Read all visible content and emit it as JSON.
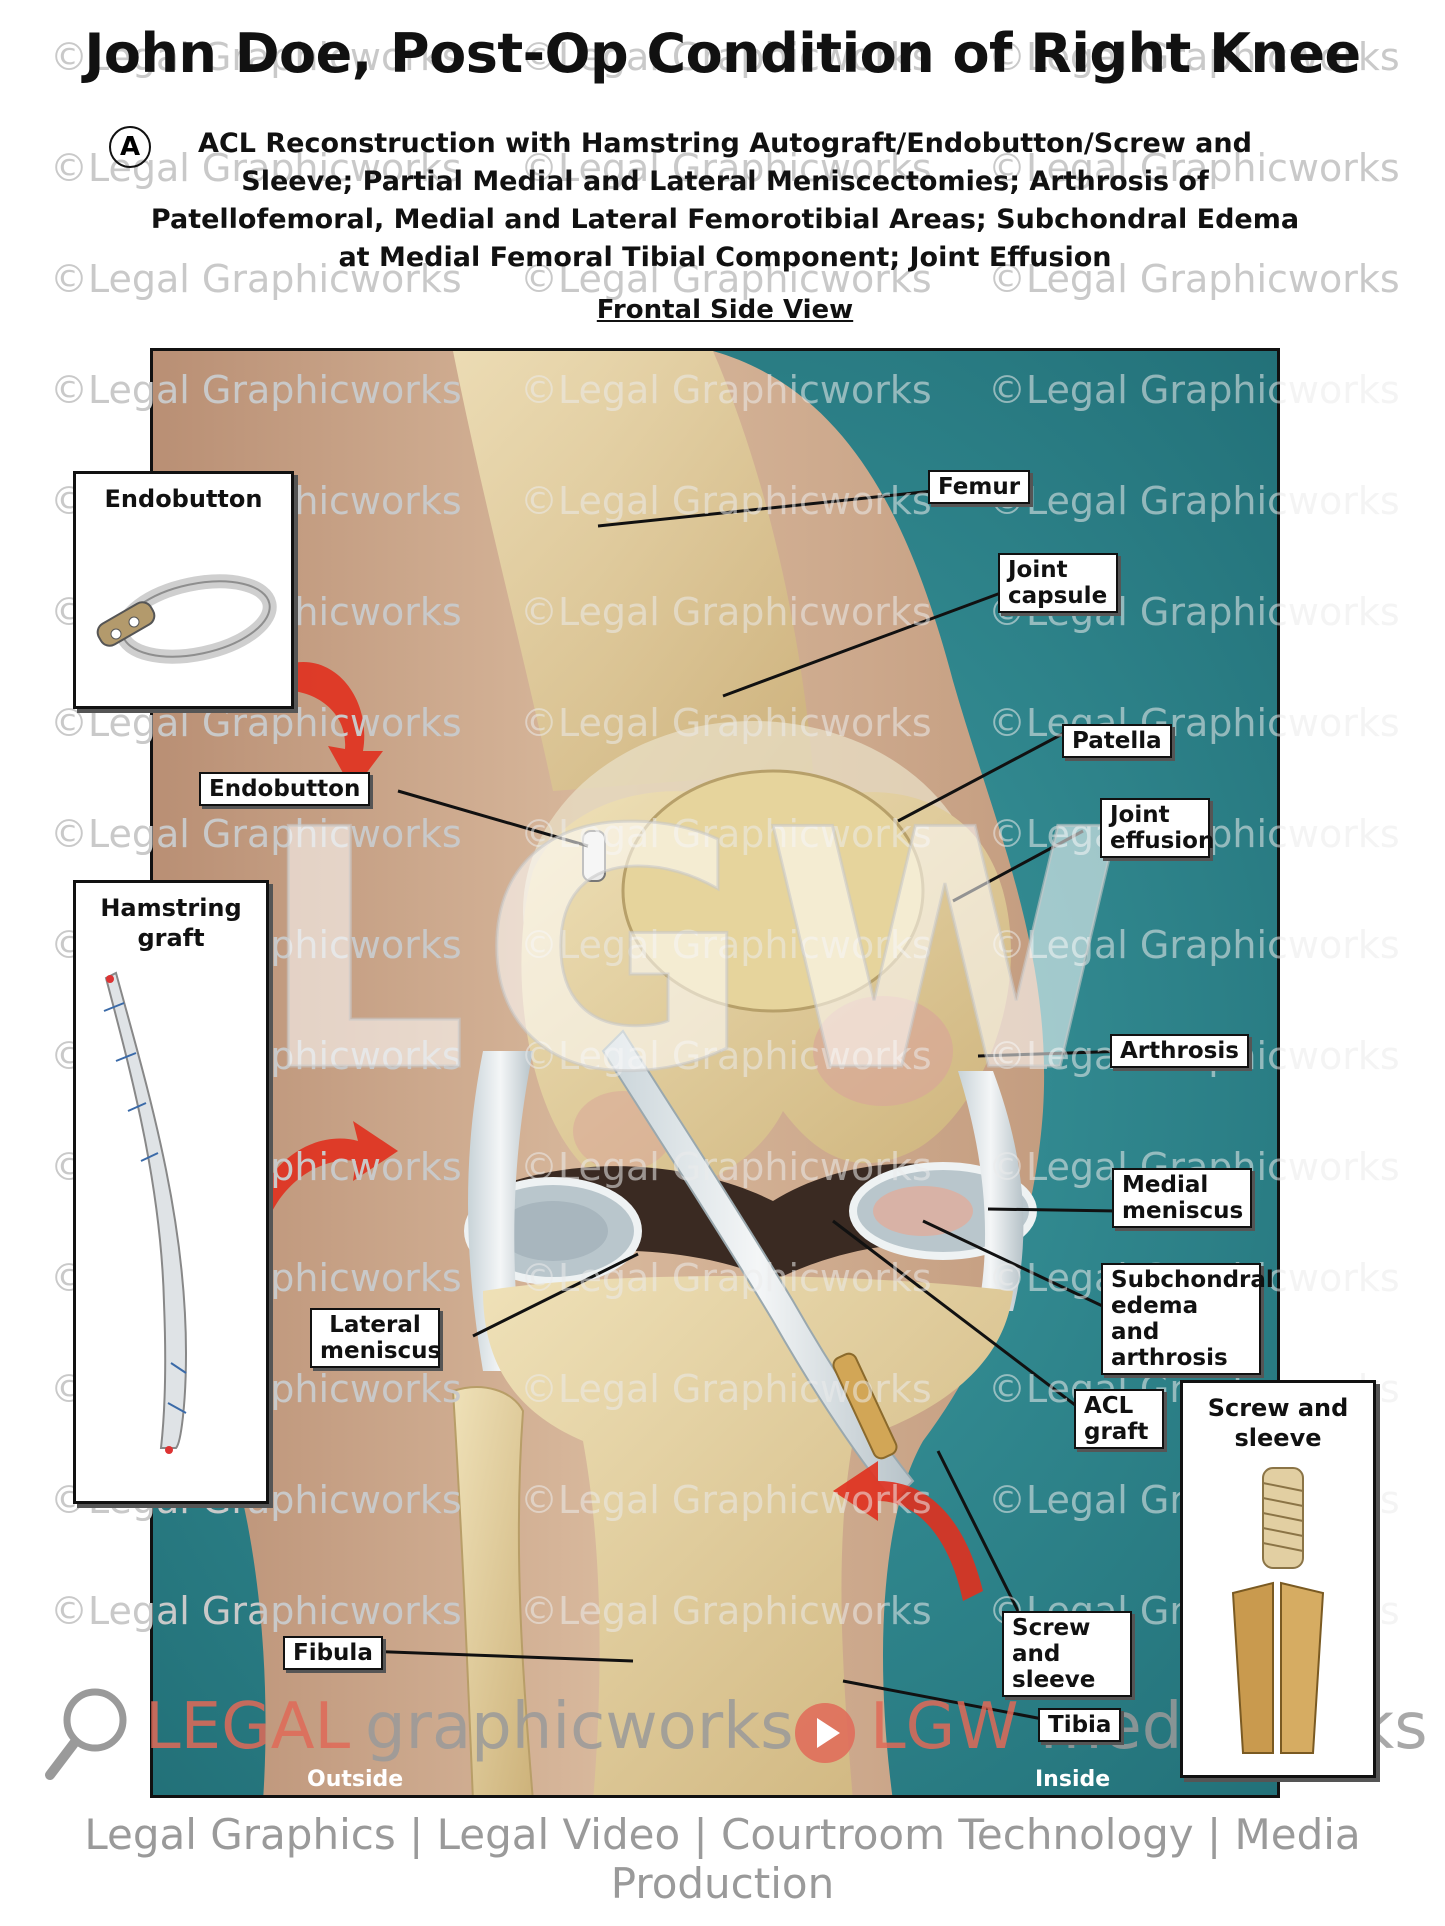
{
  "title": "John Doe, Post-Op Condition of Right Knee",
  "subtitle_marker": "A",
  "subtitle": "ACL Reconstruction with Hamstring Autograft/Endobutton/Screw and Sleeve; Partial Medial and Lateral Meniscectomies; Arthrosis of Patellofemoral, Medial and Lateral Femorotibial Areas; Subchondral Edema at Medial Femoral Tibial Component; Joint Effusion",
  "view_label": "Frontal Side View",
  "watermark_text": "©Legal Graphicworks",
  "big_watermark": "LGW",
  "insets": {
    "endobutton": "Endobutton",
    "hamstring": "Hamstring graft",
    "screw": "Screw and sleeve"
  },
  "labels": {
    "femur": "Femur",
    "joint_capsule": "Joint capsule",
    "patella": "Patella",
    "endobutton": "Endobutton",
    "joint_effusion": "Joint effusion",
    "arthrosis": "Arthrosis",
    "medial_meniscus": "Medial meniscus",
    "lateral_meniscus": "Lateral meniscus",
    "subchondral": "Subchondral edema and arthrosis",
    "acl_graft": "ACL graft",
    "screw_sleeve": "Screw and sleeve",
    "fibula": "Fibula",
    "tibia": "Tibia"
  },
  "side_labels": {
    "outside": "Outside",
    "inside": "Inside"
  },
  "logo": {
    "legal": "LEGAL",
    "graphicworks": "graphicworks",
    "lgw": "LGW",
    "mediaworks": "mediaworks"
  },
  "footer": "Legal Graphics | Legal Video | Courtroom Technology | Media Production",
  "colors": {
    "teal_background": "#2f8c93",
    "bone": "#e3d2a4",
    "skin": "#c9a98a",
    "arrow_red": "#e0301e"
  }
}
